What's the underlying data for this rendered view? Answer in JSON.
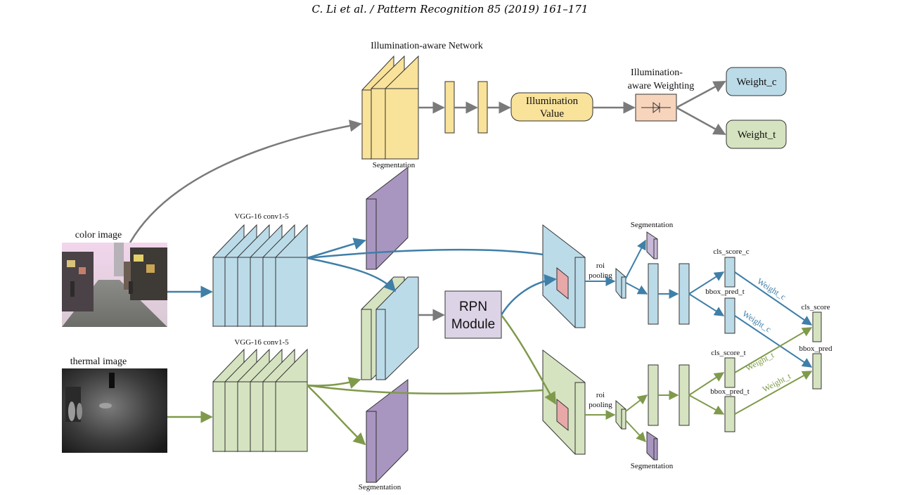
{
  "header": "C. Li et al. / Pattern Recognition 85 (2019) 161–171",
  "labels": {
    "illum_network": "Illumination-aware Network",
    "illum_weighting_1": "Illumination-",
    "illum_weighting_2": "aware Weighting",
    "illum_value_1": "Illumination",
    "illum_value_2": "Value",
    "weight_c": "Weight_c",
    "weight_t": "Weight_t",
    "seg_top": "Segmentation",
    "color_image": "color image",
    "thermal_image": "thermal image",
    "vgg_color": "VGG-16 conv1-5",
    "vgg_thermal": "VGG-16 conv1-5",
    "rpn_1": "RPN",
    "rpn_2": "Module",
    "seg_bottom": "Segmentation",
    "seg_upper_right": "Segmentation",
    "seg_lower_right": "Segmentation",
    "roi_top_1": "roi",
    "roi_top_2": "pooling",
    "roi_bot_1": "roi",
    "roi_bot_2": "pooling",
    "cls_score_c": "cls_score_c",
    "bbox_pred_t_top": "bbox_pred_t",
    "cls_score_t": "cls_score_t",
    "bbox_pred_t_bot": "bbox_pred_t",
    "cls_score": "cls_score",
    "bbox_pred": "bbox_pred",
    "w_c1": "Weight_c",
    "w_c2": "Weight_c",
    "w_t1": "Weight_t",
    "w_t2": "Weight_t"
  },
  "colors": {
    "yellow": "#f9e29a",
    "blue": "#bcdbe8",
    "green": "#d6e3c0",
    "purple": "#a996c0",
    "pink": "#e8a8a8",
    "salmon": "#f7d4bc",
    "lavender": "#dcd4e6",
    "gray_arrow": "#7a7a7a",
    "blue_arrow": "#3f7fa8",
    "green_arrow": "#7f9a4b"
  }
}
